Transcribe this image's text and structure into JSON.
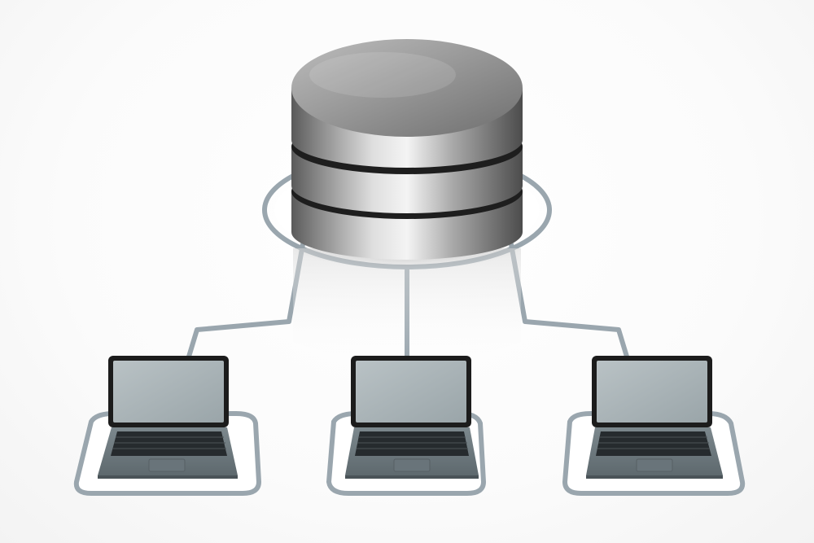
{
  "diagram": {
    "nodes": [
      {
        "id": "database",
        "kind": "database-server",
        "icon": "database-icon"
      },
      {
        "id": "laptop-left",
        "kind": "client-laptop",
        "icon": "laptop-icon"
      },
      {
        "id": "laptop-center",
        "kind": "client-laptop",
        "icon": "laptop-icon"
      },
      {
        "id": "laptop-right",
        "kind": "client-laptop",
        "icon": "laptop-icon"
      }
    ],
    "edges": [
      {
        "from": "database",
        "to": "laptop-left"
      },
      {
        "from": "database",
        "to": "laptop-center"
      },
      {
        "from": "database",
        "to": "laptop-right"
      }
    ],
    "colors": {
      "connector": "#9aa6ae",
      "cylinder_light": "#c9c9c9",
      "cylinder_dark": "#4a4a4a",
      "screen": "#aab4b8",
      "laptop_body": "#6f7b80"
    }
  }
}
